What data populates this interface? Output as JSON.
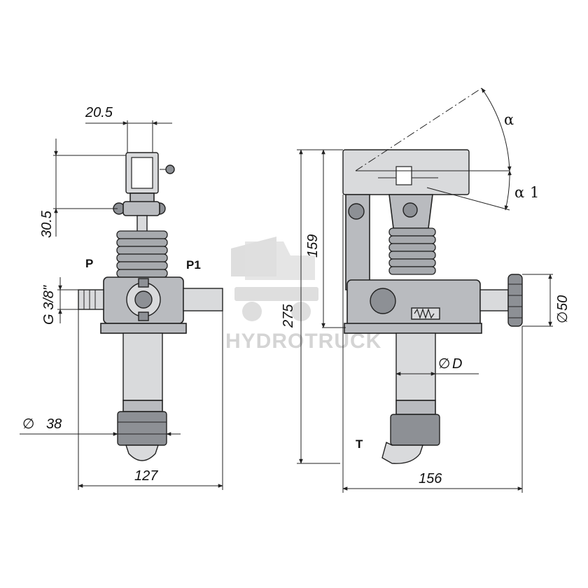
{
  "watermark": {
    "brand": "HYDROTRUCK"
  },
  "left_view": {
    "dims": {
      "width_top": "20.5",
      "height_head": "30.5",
      "thread": "G 3/8\"",
      "diameter": "38",
      "width_total": "127"
    },
    "ports": {
      "p": "P",
      "p1": "P1"
    }
  },
  "right_view": {
    "dims": {
      "height_mid": "159",
      "height_total": "275",
      "knob_diameter": "50",
      "cylinder_diameter": "D",
      "width_total": "156"
    },
    "ports": {
      "t": "T"
    },
    "angles": {
      "alpha": "α",
      "alpha1": "α",
      "alpha1_index": "1"
    },
    "symbols": {
      "diameter": "∅"
    }
  },
  "colors": {
    "body": "#b9bbbf",
    "light": "#d9dadc",
    "dark": "#8d9095",
    "line": "#222222"
  }
}
